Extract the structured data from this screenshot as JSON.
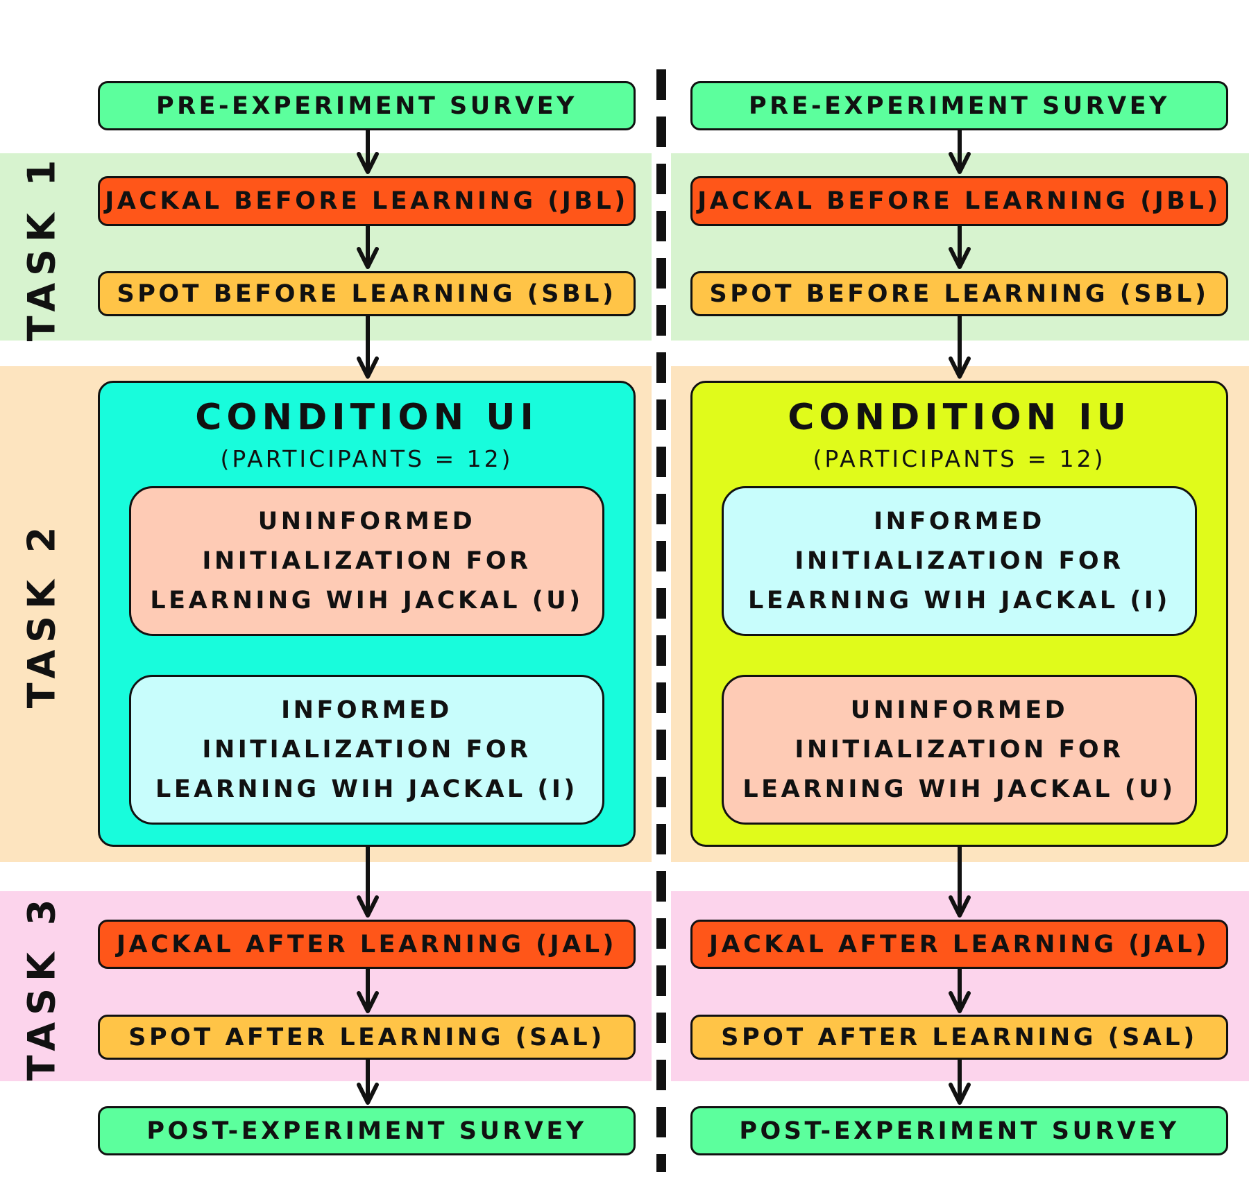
{
  "tasks": [
    {
      "label": "TASK 1"
    },
    {
      "label": "TASK 2"
    },
    {
      "label": "TASK 3"
    }
  ],
  "columns": [
    {
      "pre_survey": "PRE-EXPERIMENT SURVEY",
      "jbl": "JACKAL BEFORE LEARNING (JBL)",
      "sbl": "SPOT BEFORE LEARNING (SBL)",
      "condition": {
        "title": "CONDITION UI",
        "participants": "(PARTICIPANTS = 12)",
        "first": [
          "UNINFORMED",
          "INITIALIZATION FOR",
          "LEARNING WIH JACKAL (U)"
        ],
        "second": [
          "INFORMED",
          "INITIALIZATION FOR",
          "LEARNING WIH JACKAL (I)"
        ]
      },
      "jal": "JACKAL AFTER LEARNING (JAL)",
      "sal": "SPOT AFTER LEARNING (SAL)",
      "post_survey": "POST-EXPERIMENT SURVEY"
    },
    {
      "pre_survey": "PRE-EXPERIMENT SURVEY",
      "jbl": "JACKAL BEFORE LEARNING (JBL)",
      "sbl": "SPOT BEFORE LEARNING (SBL)",
      "condition": {
        "title": "CONDITION IU",
        "participants": "(PARTICIPANTS = 12)",
        "first": [
          "INFORMED",
          "INITIALIZATION FOR",
          "LEARNING WIH JACKAL (I)"
        ],
        "second": [
          "UNINFORMED",
          "INITIALIZATION FOR",
          "LEARNING WIH JACKAL (U)"
        ]
      },
      "jal": "JACKAL AFTER LEARNING (JAL)",
      "sal": "SPOT AFTER LEARNING (SAL)",
      "post_survey": "POST-EXPERIMENT SURVEY"
    }
  ],
  "colors": {
    "survey": "#5cff9d",
    "jackal": "#ff5619",
    "spot": "#ffc447",
    "condition_ui": "#18fcdc",
    "condition_iu": "#e0fb1b",
    "uninformed": "#fecbb5",
    "informed": "#c8fdfc",
    "task1_band": "#d7f3cf",
    "task2_band": "#fde4bf",
    "task3_band": "#fcd4ec"
  }
}
